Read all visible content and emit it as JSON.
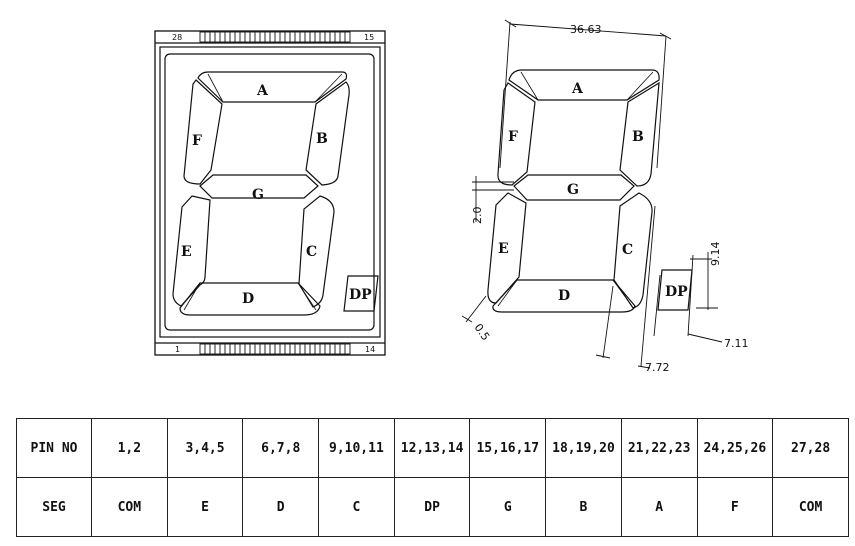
{
  "segments": {
    "a": "A",
    "b": "B",
    "c": "C",
    "d": "D",
    "e": "E",
    "f": "F",
    "g": "G",
    "dp": "DP"
  },
  "pins": {
    "top_left": "28",
    "top_right": "15",
    "bottom_left": "1",
    "bottom_right": "14"
  },
  "dimensions": {
    "width": "36.63",
    "seg_gap": "2.0",
    "corner": "0.5",
    "digit_offset": "7.72",
    "dp_width": "7.11",
    "dp_height": "9.14"
  },
  "table": {
    "row1_header": "PIN NO",
    "row2_header": "SEG",
    "pins": [
      "1,2",
      "3,4,5",
      "6,7,8",
      "9,10,11",
      "12,13,14",
      "15,16,17",
      "18,19,20",
      "21,22,23",
      "24,25,26",
      "27,28"
    ],
    "segs": [
      "COM",
      "E",
      "D",
      "C",
      "DP",
      "G",
      "B",
      "A",
      "F",
      "COM"
    ]
  }
}
